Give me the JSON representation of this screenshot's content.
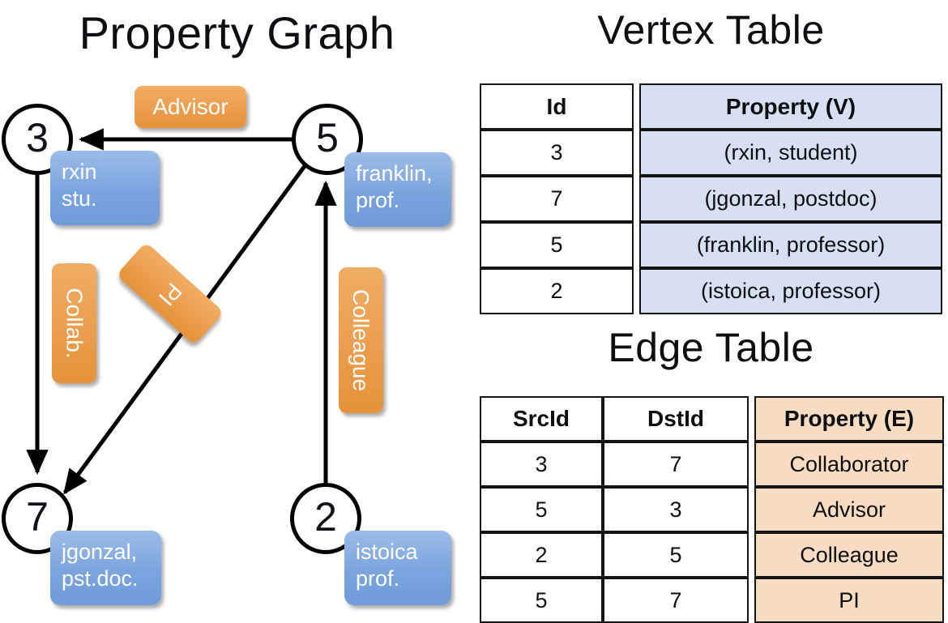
{
  "titles": {
    "property_graph": "Property Graph",
    "vertex_table": "Vertex Table",
    "edge_table": "Edge Table"
  },
  "colors": {
    "vertex_property_fill": "#d7e0f2",
    "edge_property_fill": "#f6dcc1",
    "vertex_box_fill": "#7ba4de",
    "edge_box_fill": "#eda254",
    "node_stroke": "#000000",
    "text": "#0e0e12"
  },
  "graph": {
    "nodes": [
      {
        "id": "3",
        "property_line1": "rxin",
        "property_line2": "stu."
      },
      {
        "id": "5",
        "property_line1": "franklin,",
        "property_line2": "prof."
      },
      {
        "id": "7",
        "property_line1": "jgonzal,",
        "property_line2": "pst.doc."
      },
      {
        "id": "2",
        "property_line1": "istoica",
        "property_line2": "prof."
      }
    ],
    "edge_labels": [
      {
        "name": "advisor",
        "label": "Advisor",
        "orientation": "horizontal"
      },
      {
        "name": "collab",
        "label": "Collab.",
        "orientation": "vertical"
      },
      {
        "name": "pi",
        "label": "PI",
        "orientation": "diagonal"
      },
      {
        "name": "colleague",
        "label": "Colleague",
        "orientation": "vertical"
      }
    ],
    "edges": [
      {
        "from": "5",
        "to": "3",
        "label": "Advisor"
      },
      {
        "from": "3",
        "to": "7",
        "label": "Collab."
      },
      {
        "from": "5",
        "to": "7",
        "label": "PI"
      },
      {
        "from": "2",
        "to": "5",
        "label": "Colleague"
      }
    ]
  },
  "vertex_table": {
    "headers": [
      "Id",
      "Property (V)"
    ],
    "rows": [
      {
        "id": "3",
        "property": "(rxin, student)"
      },
      {
        "id": "7",
        "property": "(jgonzal, postdoc)"
      },
      {
        "id": "5",
        "property": "(franklin, professor)"
      },
      {
        "id": "2",
        "property": "(istoica, professor)"
      }
    ]
  },
  "edge_table": {
    "headers": [
      "SrcId",
      "DstId",
      "Property (E)"
    ],
    "rows": [
      {
        "src": "3",
        "dst": "7",
        "property": "Collaborator"
      },
      {
        "src": "5",
        "dst": "3",
        "property": "Advisor"
      },
      {
        "src": "2",
        "dst": "5",
        "property": "Colleague"
      },
      {
        "src": "5",
        "dst": "7",
        "property": "PI"
      }
    ]
  }
}
